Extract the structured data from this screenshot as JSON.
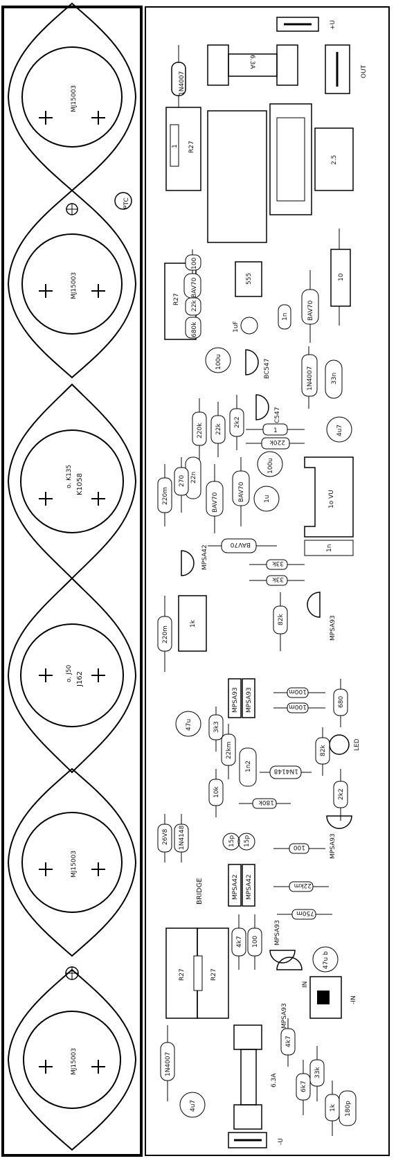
{
  "transistors": [
    {
      "part": "MJ15003",
      "note": ""
    },
    {
      "part": "MJ15003",
      "note": ""
    },
    {
      "part": "K1058",
      "note": "o. K135"
    },
    {
      "part": "J162",
      "note": "o. J50"
    },
    {
      "part": "MJ15003",
      "note": ""
    },
    {
      "part": "MJ15003",
      "note": ""
    }
  ],
  "ptc_label": "PTC",
  "top": {
    "fuse": "6.3A",
    "diode": "1N4007",
    "res_main": "R27",
    "res_small": "1",
    "output_label": "OUT",
    "plus_v": "+U",
    "inductor": "2.5",
    "res_10": "10"
  },
  "mid_labels": {
    "r27b": "R27",
    "ic555": "555",
    "cap_1uf": "1uF",
    "cap_1n": "1n",
    "bav70": "BAV70",
    "r680k": "680k",
    "r22k": "22k",
    "r100": "100",
    "cap_100u": "100u",
    "bc547a": "BC547",
    "bc547b": "BC547",
    "n4007b": "1N4007",
    "cap_33n": "33n",
    "r220k": "220k",
    "r22k_b": "22k",
    "r2k2": "2k2",
    "r1": "1",
    "r220k_b": "220k",
    "cap_4u7a": "4u7",
    "cap_22n": "22n",
    "r270": "270",
    "r220m": "220m",
    "bav70b": "BAV70",
    "bav70c": "BAV70",
    "cap_100u_b": "100u",
    "cap_1u": "1u",
    "vu": "1o VU",
    "mpsa42": "MPSA42",
    "bav70d": "BAV70",
    "cap_1n_b": "1n",
    "r33k_a": "33k",
    "r33k_b": "33k",
    "r220m_b": "220m",
    "r1k": "1k",
    "r82k": "82k",
    "mpsa93": "MPSA93"
  },
  "bottom_labels": {
    "cap_47u": "47u",
    "r3k3": "3k3",
    "r22km": "22km",
    "mpsa93a": "MPSA93",
    "mpsa93b": "MPSA93",
    "r100m_a": "100m",
    "r100m_b": "100m",
    "r680": "680",
    "led": "LED",
    "r82k_b": "82k",
    "cap_1n2": "1n2",
    "d1n4148": "1N4148",
    "r10k": "10k",
    "r180k": "180k",
    "r2k2_b": "2k2",
    "mpsa93c": "MPSA93",
    "z26v8": "26V8",
    "d1n4148b": "1N4148",
    "bridge": "BRIDGE",
    "cap_15p_a": "15p",
    "cap_15p_b": "15p",
    "r100": "100",
    "mpsa42a": "MPSA42",
    "mpsa42b": "MPSA42",
    "r22km_b": "22km",
    "r27a": "R27",
    "r27b": "R27",
    "r4k7": "4k7",
    "r100b": "100",
    "mpsa93d": "MPSA93",
    "r750m": "750m",
    "cap_47u_b": "47u b",
    "mpsa93e": "MPSA93",
    "in_label": "IN",
    "in_minus": "-IN",
    "r4k7_b": "4k7",
    "r6k7": "6k7",
    "r33k": "33k",
    "r1k": "1k",
    "cap_180p": "180p",
    "fuse2": "6.3A",
    "diode2": "1N4007",
    "cap_4u7": "4u7",
    "minus_v": "-U"
  }
}
